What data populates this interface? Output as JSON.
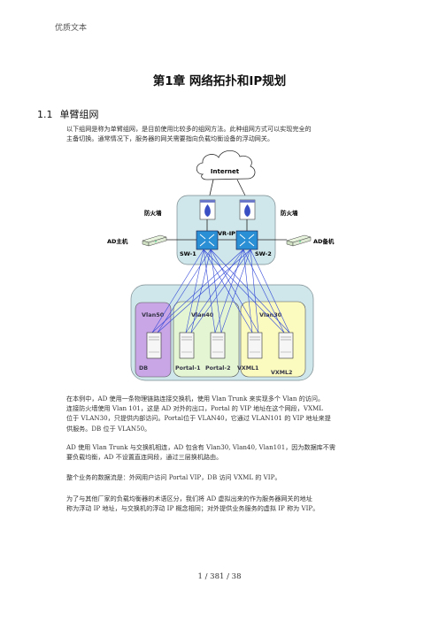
{
  "header": {
    "label": "优质文本"
  },
  "chapter": {
    "title": "第1章  网络拓扑和IP规划"
  },
  "section": {
    "number": "1.1",
    "title": "单臂组网"
  },
  "intro": {
    "line1": "以下组网是称为单臂组网，是目前使用比较多的组网方法。此种组网方式可以实现完全的",
    "line2": "主备切换。通常情况下，服务器的网关需要指向负载均衡设备的浮动网关。"
  },
  "diagram": {
    "internet": "Internet",
    "firewall_left": "防火墙",
    "firewall_right": "防火墙",
    "ad_master": "AD主机",
    "ad_backup": "AD备机",
    "vr_ip": "VR-IP",
    "sw1": "SW-1",
    "sw2": "SW-2",
    "vlan50": "Vlan50",
    "vlan40": "Vlan40",
    "vlan30": "Vlan30",
    "db": "DB",
    "portal1": "Portal-1",
    "portal2": "Portal-2",
    "vxml1": "VXML1",
    "vxml2": "VXML2"
  },
  "body": {
    "p1_l1": "在本例中，AD 使用一条物理链路连接交换机，使用 Vlan Trunk 来实现多个 Vlan 的访问。",
    "p1_l2": "连接防火墙使用 Vlan 101，这是 AD 对外的出口，Portal 的 VIP 地址在这个网段，VXML",
    "p1_l3": "位于 VLAN30，只提供内部访问。Portal位于 VLAN40，它通过 VLAN101 的 VIP 地址来提",
    "p1_l4": "供服务。DB 位于 VLAN50。",
    "p2_l1": "AD 使用 Vlan Trunk 与交换机相连，AD 包含有 Vlan30, Vlan40, Vlan101，因为数据库不需",
    "p2_l2": "要负载均衡，AD 不设置直连网段，通过三层换机路由。",
    "p3_l1": "整个业务的数据流是：外网用户访问 Portal VIP，DB 访问 VXML 的 VIP。",
    "p4_l1": "为了与其他厂家的负载均衡器的术语区分，我们将 AD 虚拟出来的作为服务器网关的地址",
    "p4_l2": "称为浮动 IP 地址，与交换机的浮动 IP 概念相同；对外提供业务服务的虚拟 IP 称为 VIP。"
  },
  "footer": {
    "page": "1 / 381 / 38"
  },
  "colors": {
    "core_box": "#cfe6ea",
    "vlan50_fill": "#c9a6e6",
    "vlan40_fill": "#e3f5d3",
    "vlan30_fill": "#fbfbc0",
    "link_blue": "#3047d8",
    "switch_blue": "#2a8fd4"
  }
}
